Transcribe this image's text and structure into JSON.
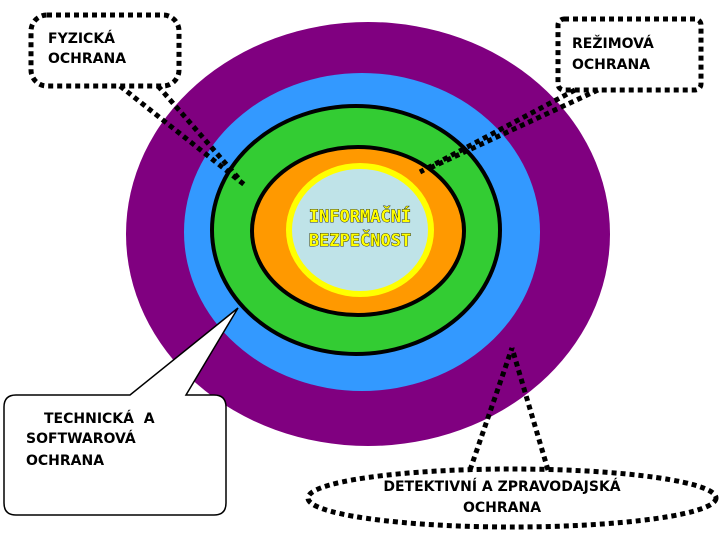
{
  "center_label": [
    "INFORMAČNÍ",
    "BEZPEČNOST"
  ],
  "callouts": {
    "physical": [
      "FYZICKÁ",
      "OCHRANA"
    ],
    "regime": [
      "REŽIMOVÁ",
      "OCHRANA"
    ],
    "technical": [
      "TECHNICKÁ  A",
      "SOFTWAROVÁ",
      "OCHRANA"
    ],
    "detective": [
      "DETEKTIVNÍ A ZPRAVODAJSKÁ",
      "OCHRANA"
    ]
  },
  "colors": {
    "outer_ring": "#800080",
    "blue_ring": "#3399ff",
    "green_ring": "#33cc33",
    "orange_ring": "#ff9900",
    "yellow_ring": "#ffff00",
    "core": "#bfe3e8",
    "center_text": "#ffff00"
  }
}
